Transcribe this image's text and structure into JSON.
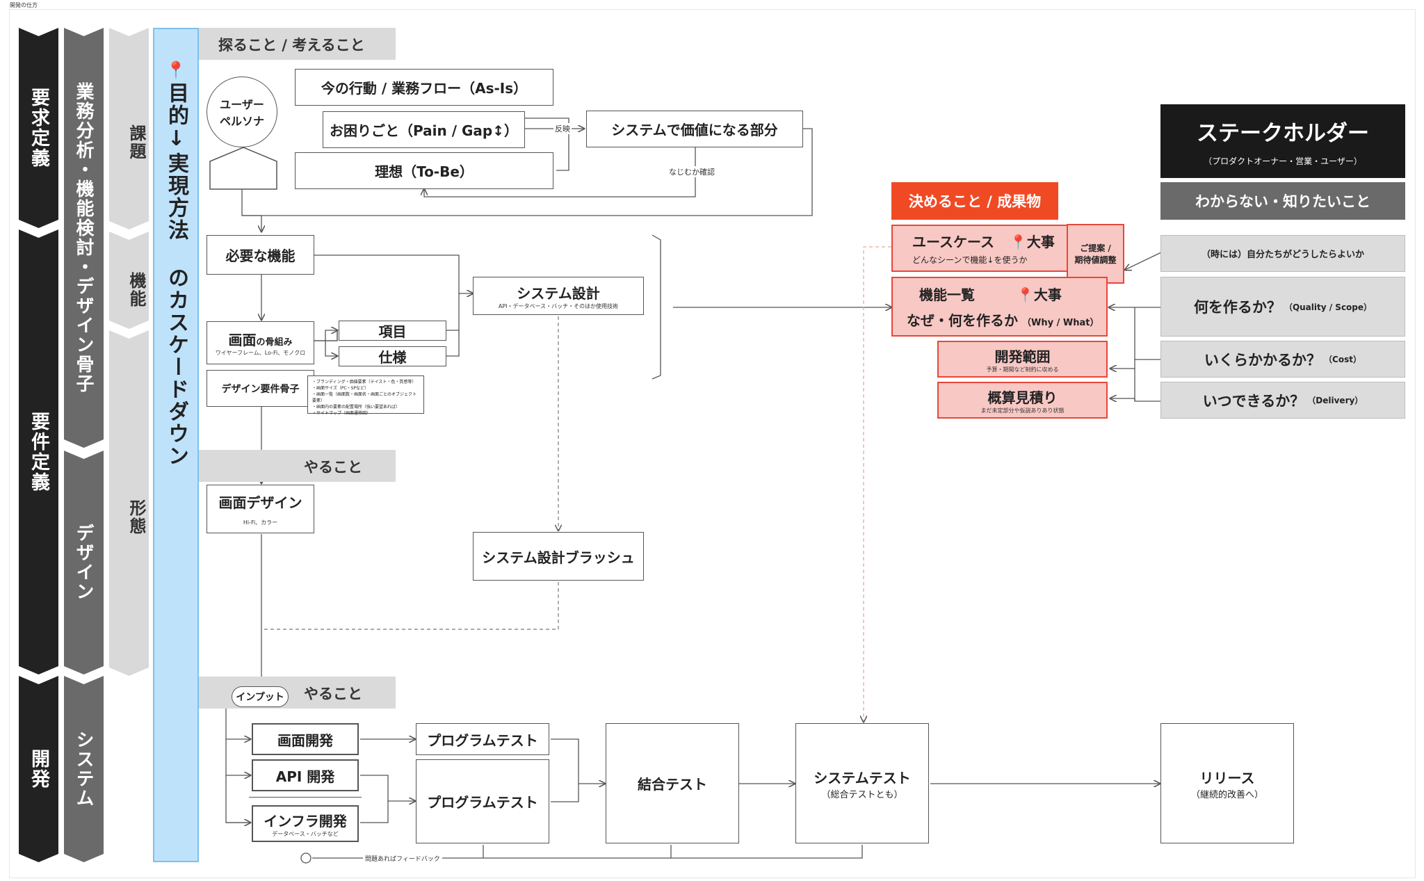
{
  "frame": {
    "title": "開発の仕方"
  },
  "phases": {
    "requirements": "要求定義",
    "specification": "要件定義",
    "development": "開発"
  },
  "tracks": {
    "analysis": "業務分析・機能検討・デザイン骨子",
    "design": "デザイン",
    "system": "システム"
  },
  "layers": {
    "issue": "課題",
    "function": "機能",
    "form": "形態"
  },
  "cascade": {
    "pin_icon": "📍",
    "text": "目的↓実現方法 のカスケードダウン"
  },
  "bands": {
    "explore": "探ること / 考えること",
    "do1": "やること",
    "do2": "やること",
    "input": "インプット"
  },
  "explore": {
    "persona": "ユーザー\nペルソナ",
    "as_is": "今の行動 / 業務フロー（As-Is）",
    "pain": "お困りごと（Pain / Gap↕）",
    "to_be": "理想（To-Be）",
    "reflect": "反映",
    "value_part": "システムで価値になる部分",
    "fit_check": "なじむか確認"
  },
  "functions": {
    "needed": "必要な機能",
    "screen_main": "画面",
    "screen_sub": "の骨組み",
    "screen_note": "ワイヤーフレーム、Lo-Fi、モノクロ",
    "item": "項目",
    "spec": "仕様",
    "design_skeleton": "デザイン要件骨子",
    "design_notes": [
      "・ブランディング・価値要素（テイスト・色・質感等）",
      "・画面サイズ（PC・SPなど）",
      "・画面一覧（画面数・画面名・画面ごとのオブジェクト要素）",
      "・画面内の要素の配置場所（強い要望あれば）",
      "・サイトマップ（画面遷移図）"
    ],
    "system_design": "システム設計",
    "system_design_note": "API・データベース・バッチ・そのほか使用技術",
    "screen_design": "画面デザイン",
    "screen_design_note": "Hi-Fi、カラー",
    "system_brushup": "システム設計ブラッシュ"
  },
  "development": {
    "screen_dev": "画面開発",
    "api_dev": "API 開発",
    "infra_dev": "インフラ開発",
    "infra_note": "データベース・バッチなど",
    "program_test1": "プログラムテスト",
    "program_test2": "プログラムテスト",
    "integration_test": "結合テスト",
    "system_test": "システムテスト",
    "system_test_note": "（総合テストとも）",
    "release": "リリース",
    "release_note": "（継続的改善へ）",
    "feedback": "問題あればフィードバック"
  },
  "deliverables": {
    "header": "決めること / 成果物",
    "usecase": "ユースケース",
    "usecase_flag": "📍大事",
    "usecase_note": "どんなシーンで機能↓を使うか",
    "proposal": "ご提案 /\n期待値調整",
    "feature_list": "機能一覧",
    "feature_flag": "📍大事",
    "feature_why": "なぜ・何を作るか",
    "feature_why_note": "（Why / What）",
    "scope": "開発範囲",
    "scope_note": "予算・期間など制約に収める",
    "estimate": "概算見積り",
    "estimate_note": "まだ未定部分や仮説ありあり状態"
  },
  "stakeholder": {
    "title": "ステークホルダー",
    "subtitle": "（プロダクトオーナー・営業・ユーザー）",
    "unknowns": "わからない・知りたいこと",
    "q_sometimes": "（時には）自分たちがどうしたらよいか",
    "q_what": "何を作るか？",
    "q_what_note": "（Quality / Scope）",
    "q_cost": "いくらかかるか？",
    "q_cost_note": "（Cost）",
    "q_when": "いつできるか？",
    "q_when_note": "（Delivery）"
  },
  "colors": {
    "dark": "#222222",
    "mid": "#6a6a6a",
    "light": "#d9d9d9",
    "cascade_blue": "#bfe2fb",
    "accent_red": "#f04a25",
    "pink": "#f8c8c4"
  }
}
